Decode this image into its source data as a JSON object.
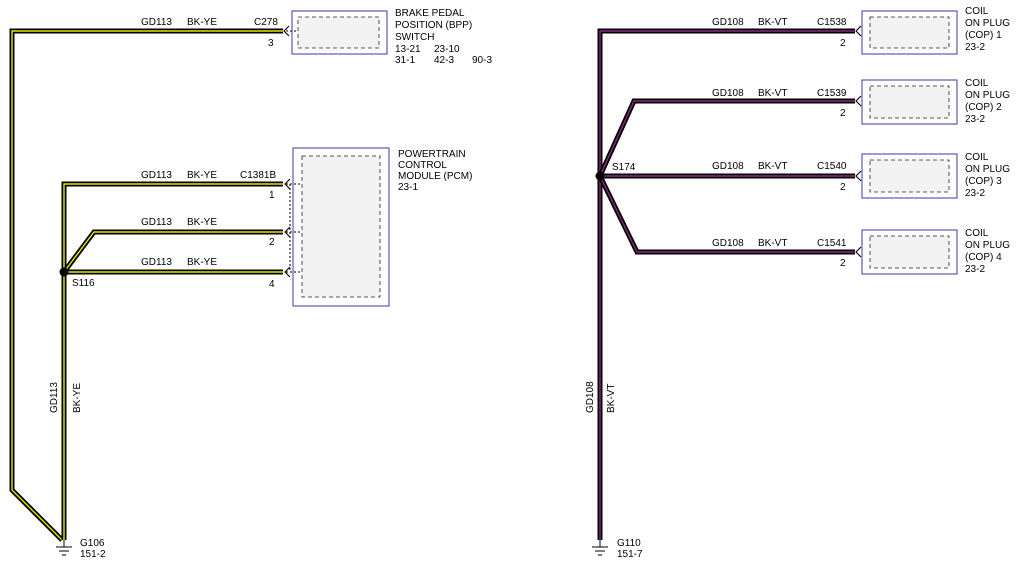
{
  "left_circuit": {
    "wires": {
      "bpp": {
        "circuit": "GD113",
        "color": "BK-YE",
        "connector": "C278",
        "pin": "3"
      },
      "pcm1": {
        "circuit": "GD113",
        "color": "BK-YE",
        "connector": "C1381B",
        "pin": "1"
      },
      "pcm2": {
        "circuit": "GD113",
        "color": "BK-YE",
        "pin": "2"
      },
      "pcm4": {
        "circuit": "GD113",
        "color": "BK-YE",
        "pin": "4"
      },
      "vertical": {
        "circuit": "GD113",
        "color": "BK-YE"
      }
    },
    "bpp_switch": {
      "name_lines": [
        "BRAKE PEDAL",
        "POSITION (BPP)",
        "SWITCH"
      ],
      "refs_row1": [
        "13-21",
        "23-10"
      ],
      "refs_row2": [
        "31-1",
        "42-3",
        "90-3"
      ]
    },
    "pcm": {
      "name_lines": [
        "POWERTRAIN",
        "CONTROL",
        "MODULE (PCM)",
        "23-1"
      ]
    },
    "splice": "S116",
    "ground": {
      "id": "G106",
      "ref": "151-2"
    }
  },
  "right_circuit": {
    "wires": [
      {
        "circuit": "GD108",
        "color": "BK-VT",
        "connector": "C1538",
        "pin": "2"
      },
      {
        "circuit": "GD108",
        "color": "BK-VT",
        "connector": "C1539",
        "pin": "2"
      },
      {
        "circuit": "GD108",
        "color": "BK-VT",
        "connector": "C1540",
        "pin": "2"
      },
      {
        "circuit": "GD108",
        "color": "BK-VT",
        "connector": "C1541",
        "pin": "2"
      }
    ],
    "vertical": {
      "circuit": "GD108",
      "color": "BK-VT"
    },
    "coils": [
      {
        "lines": [
          "COIL",
          "ON PLUG",
          "(COP) 1",
          "23-2"
        ]
      },
      {
        "lines": [
          "COIL",
          "ON PLUG",
          "(COP) 2",
          "23-2"
        ]
      },
      {
        "lines": [
          "COIL",
          "ON PLUG",
          "(COP) 3",
          "23-2"
        ]
      },
      {
        "lines": [
          "COIL",
          "ON PLUG",
          "(COP) 4",
          "23-2"
        ]
      }
    ],
    "splice": "S174",
    "ground": {
      "id": "G110",
      "ref": "151-7"
    }
  },
  "colors": {
    "wire_yellow": "#e8e600",
    "wire_violet": "#8a2b86",
    "component_outline": "#3a3aa0"
  }
}
